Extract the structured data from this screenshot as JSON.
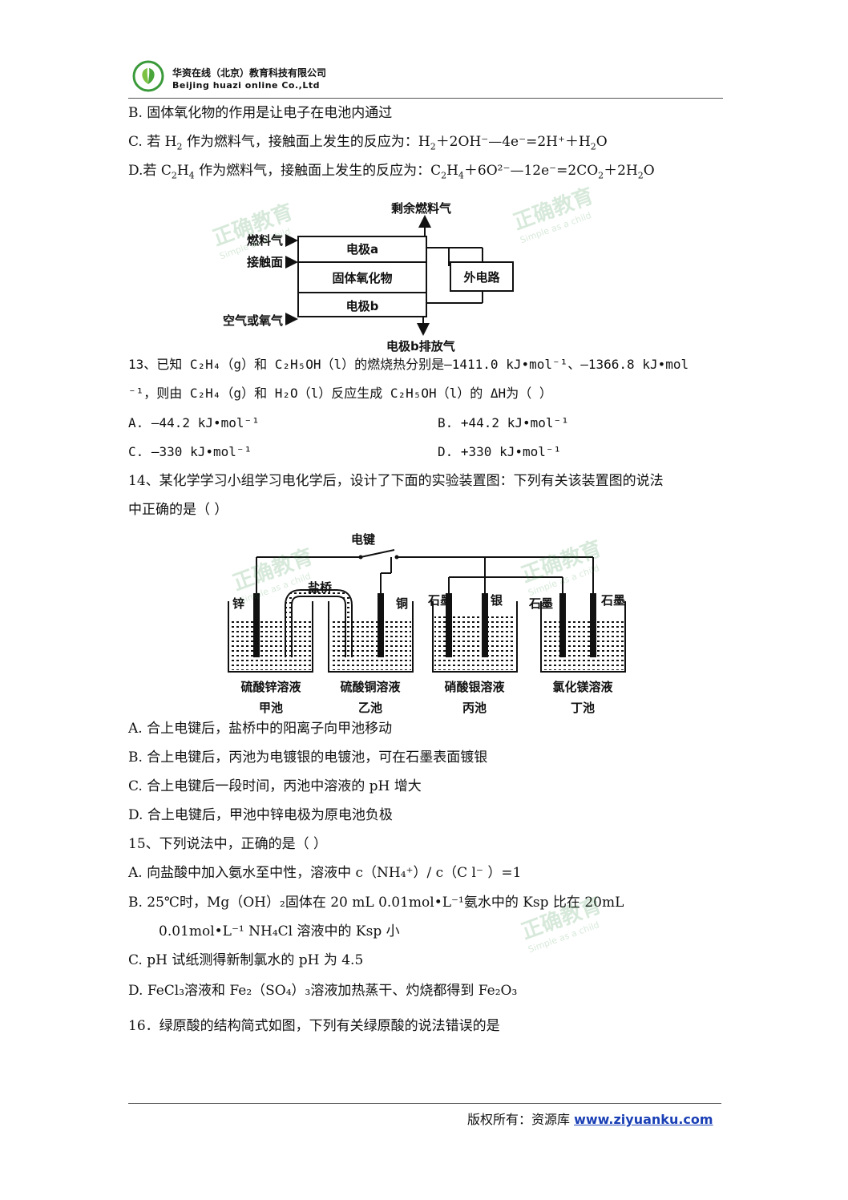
{
  "header": {
    "company_cn": "华资在线（北京）教育科技有限公司",
    "company_en": "Beijing huazi online Co.,Ltd"
  },
  "watermark": {
    "cn": "正确教育",
    "en": "Simple as a child"
  },
  "q12": {
    "B": "B.  固体氧化物的作用是让电子在电池内通过",
    "C_prefix": "C.  若 H",
    "C_mid": " 作为燃料气，接触面上发生的反应为：H",
    "C_eq": "＋2OH⁻—4e⁻=2H⁺＋H",
    "C_end": "O",
    "D_prefix": "D.若 C",
    "D_mid": " 作为燃料气，接触面上发生的反应为：C",
    "D_eq": "＋6O²⁻—12e⁻=2CO",
    "D_end": "＋2H",
    "D_tail": "O"
  },
  "diagram1": {
    "top_label": "剩余燃料气",
    "fuel": "燃料气",
    "contact": "接触面",
    "air": "空气或氧气",
    "electrode_a": "电极a",
    "solid_oxide": "固体氧化物",
    "electrode_b": "电极b",
    "external": "外电路",
    "bottom_label": "电极b排放气"
  },
  "q13": {
    "line1": "  13、已知 C₂H₄（g）和 C₂H₅OH（l）的燃烧热分别是—1411.0 kJ•mol⁻¹、—1366.8 kJ•mol",
    "line2": "⁻¹，则由 C₂H₄（g）和 H₂O（l）反应生成 C₂H₅OH（l）的 ΔH为（     ）",
    "A": "A.  —44.2 kJ•mol⁻¹",
    "B": "B.   +44.2 kJ•mol⁻¹",
    "C": "C.  —330 kJ•mol⁻¹",
    "D": "D.   +330 kJ•mol⁻¹"
  },
  "q14": {
    "line1": "14、某化学学习小组学习电化学后，设计了下面的实验装置图：下列有关该装置图的说法",
    "line2": "中正确的是（     ）",
    "A": "A.  合上电键后，盐桥中的阳离子向甲池移动",
    "B": "B.  合上电键后，丙池为电镀银的电镀池，可在石墨表面镀银",
    "C": "C.  合上电键后一段时间，丙池中溶液的 pH 增大",
    "D": "D.  合上电键后，甲池中锌电极为原电池负极"
  },
  "diagram2": {
    "switch": "电键",
    "salt_bridge": "盐桥",
    "zinc": "锌",
    "copper": "铜",
    "graphite1": "石墨",
    "silver": "银",
    "graphite2": "石墨",
    "graphite3": "石墨",
    "sol1": "硫酸锌溶液",
    "sol2": "硫酸铜溶液",
    "sol3": "硝酸银溶液",
    "sol4": "氯化镁溶液",
    "cell1": "甲池",
    "cell2": "乙池",
    "cell3": "丙池",
    "cell4": "丁池"
  },
  "q15": {
    "title": "15、下列说法中，正确的是（     ）",
    "A": "A.  向盐酸中加入氨水至中性，溶液中 c（NH₄⁺）/ c（C l⁻ ）=1",
    "B1": "B.   25℃时，Mg（OH）₂固体在 20 mL 0.01mol•L⁻¹氨水中的 Ksp 比在 20mL",
    "B2": "0.01mol•L⁻¹ NH₄Cl 溶液中的 Ksp 小",
    "C": "C.   pH 试纸测得新制氯水的 pH 为 4.5",
    "D": "D.   FeCl₃溶液和 Fe₂（SO₄）₃溶液加热蒸干、灼烧都得到 Fe₂O₃"
  },
  "q16": {
    "title": "16．绿原酸的结构简式如图，下列有关绿原酸的说法错误的是"
  },
  "footer": {
    "copyright": "版权所有：资源库 ",
    "url": "www.ziyuanku.com"
  }
}
